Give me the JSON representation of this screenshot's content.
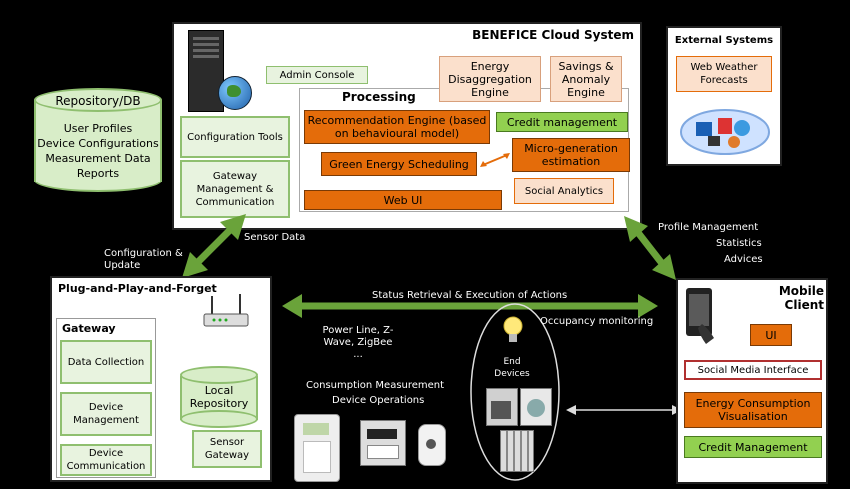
{
  "repository": {
    "title": "Repository/DB",
    "items": [
      "User Profiles",
      "Device Configurations",
      "Measurement Data",
      "Reports"
    ]
  },
  "cloud": {
    "title": "BENEFICE Cloud System",
    "admin_console": "Admin Console",
    "processing": "Processing",
    "energy_disaggregation": "Energy Disaggregation Engine",
    "savings_anomaly": "Savings & Anomaly Engine",
    "configuration_tools": "Configuration Tools",
    "recommendation_engine": "Recommendation Engine (based on behavioural model)",
    "credit_management": "Credit management",
    "green_energy_scheduling": "Green Energy Scheduling",
    "micro_generation": "Micro-generation estimation",
    "gateway_mgmt": "Gateway Management & Communication",
    "social_analytics": "Social Analytics",
    "web_ui": "Web UI"
  },
  "external": {
    "title": "External Systems",
    "web_weather": "Web Weather Forecasts"
  },
  "links": {
    "sensor_data": "Sensor Data",
    "configuration_update": "Configuration & Update",
    "profile_management": "Profile Management",
    "statistics": "Statistics",
    "advices": "Advices",
    "status_retrieval": "Status Retrieval & Execution of Actions",
    "occupancy_monitoring": "Occupancy monitoring",
    "power_line": "Power Line, Z-Wave, ZigBee ...",
    "consumption_measurement": "Consumption Measurement",
    "device_operations": "Device Operations",
    "end_devices": "End Devices"
  },
  "plug_play": {
    "title": "Plug-and-Play-and-Forget",
    "gateway": "Gateway",
    "data_collection": "Data Collection",
    "device_management": "Device Management",
    "device_communication": "Device Communication",
    "local_repository": "Local Repository",
    "sensor_gateway": "Sensor Gateway"
  },
  "mobile": {
    "title": "Mobile Client",
    "ui": "UI",
    "social_media": "Social Media Interface",
    "energy_consumption": "Energy Consumption Visualisation",
    "credit_management": "Credit Management"
  },
  "colors": {
    "orange": "#e46c0a",
    "green": "#92d050",
    "arrow_green": "#6aa33a",
    "peach": "#fbe0cc"
  }
}
